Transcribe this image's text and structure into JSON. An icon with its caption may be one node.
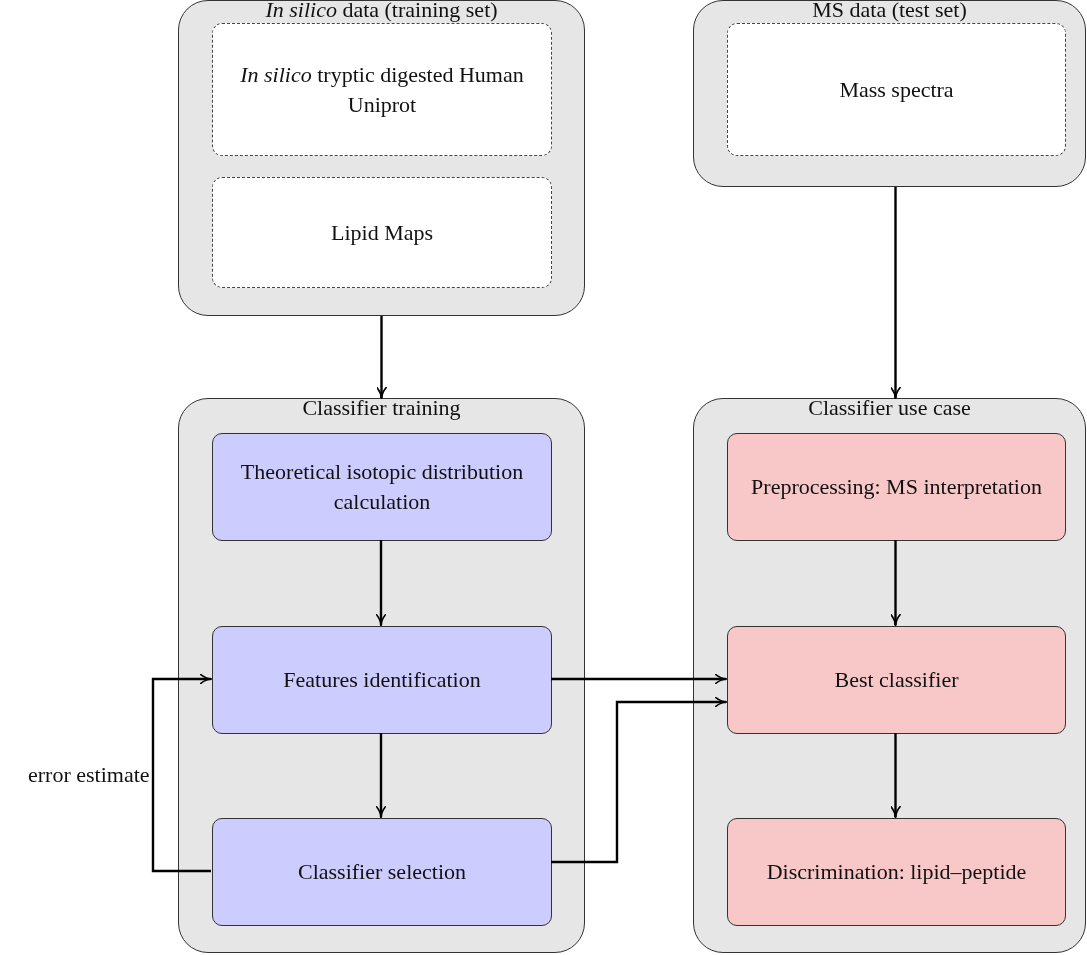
{
  "diagram": {
    "nodes": [
      {
        "text": [
          "*In silico* data (training set)"
        ]
      },
      {
        "text": [
          "*In silico* tryptic digested Human Uniprot"
        ],
        "in": 0
      },
      {
        "text": [
          "Lipid Maps"
        ],
        "in": 0
      },
      {
        "text": [
          "MS data (test set)"
        ]
      },
      {
        "text": [
          "Mass spectra"
        ],
        "in": 3
      },
      {
        "text": [
          "Classifier training"
        ]
      },
      {
        "text": [
          "Theoretical isotopic distribution calculation"
        ],
        "in": 5
      },
      {
        "text": [
          "Features identification"
        ],
        "in": 5
      },
      {
        "text": [
          "Classifier selection"
        ],
        "in": 5
      },
      {
        "text": [
          "Classifier use case"
        ]
      },
      {
        "text": [
          "Preprocessing: MS interpretation"
        ],
        "in": 9
      },
      {
        "text": [
          "Best classifier"
        ],
        "in": 9
      },
      {
        "text": [
          "Discrimination: lipid–peptide"
        ],
        "in": 9
      }
    ],
    "edges": [
      {
        "from": 0,
        "to": 5,
        "arrow": "to"
      },
      {
        "from": 3,
        "to": 9,
        "arrow": "to"
      },
      {
        "from": 6,
        "to": 7,
        "arrow": "to"
      },
      {
        "from": 7,
        "to": 8,
        "arrow": "to"
      },
      {
        "from": 8,
        "to": 7,
        "arrow": "to",
        "label": "error estimate"
      },
      {
        "from": 10,
        "to": 11,
        "arrow": "to"
      },
      {
        "from": 11,
        "to": 12,
        "arrow": "to"
      },
      {
        "from": 7,
        "to": 11,
        "arrow": "to"
      },
      {
        "from": 8,
        "to": 11,
        "arrow": "to"
      }
    ]
  }
}
